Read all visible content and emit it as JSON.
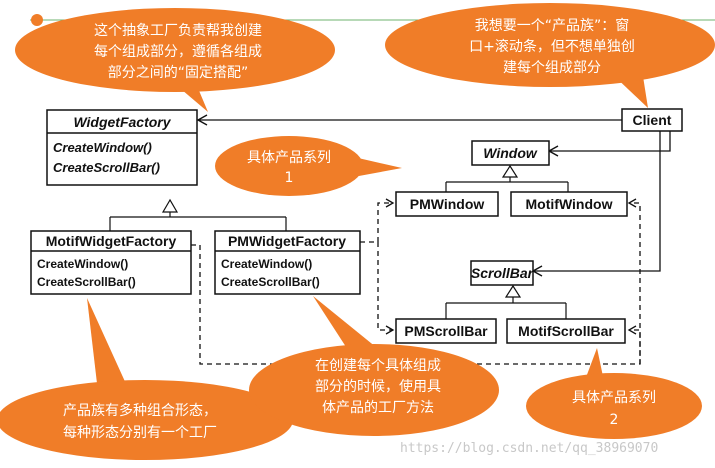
{
  "diagram": {
    "classes": {
      "widget_factory": {
        "name": "WidgetFactory",
        "methods": [
          "CreateWindow()",
          "CreateScrollBar()"
        ]
      },
      "motif_factory": {
        "name": "MotifWidgetFactory",
        "methods": [
          "CreateWindow()",
          "CreateScrollBar()"
        ]
      },
      "pm_factory": {
        "name": "PMWidgetFactory",
        "methods": [
          "CreateWindow()",
          "CreateScrollBar()"
        ]
      },
      "client": {
        "name": "Client"
      },
      "window": {
        "name": "Window"
      },
      "pm_window": {
        "name": "PMWindow"
      },
      "motif_window": {
        "name": "MotifWindow"
      },
      "scrollbar": {
        "name": "ScrollBar"
      },
      "pm_scrollbar": {
        "name": "PMScrollBar"
      },
      "motif_scrollbar": {
        "name": "MotifScrollBar"
      }
    },
    "callouts": {
      "abstract_factory": [
        "这个抽象工厂负责帮我创建",
        "每个组成部分，遵循各组成",
        "部分之间的“固定搭配”"
      ],
      "client_wish": [
        "我想要一个“产品族”：窗",
        "口+滚动条，但不想单独创",
        "建每个组成部分"
      ],
      "series1": [
        "具体产品系列",
        "1"
      ],
      "series2": [
        "具体产品系列",
        "2"
      ],
      "combinations": [
        "产品族有多种组合形态，",
        "每种形态分别有一个工厂"
      ],
      "factory_method": [
        "在创建每个具体组成",
        "部分的时候，使用具",
        "体产品的工厂方法"
      ]
    },
    "watermark": "https://blog.csdn.net/qq_38969070",
    "colors": {
      "callout": "#f07d28",
      "line": "#111111"
    }
  }
}
